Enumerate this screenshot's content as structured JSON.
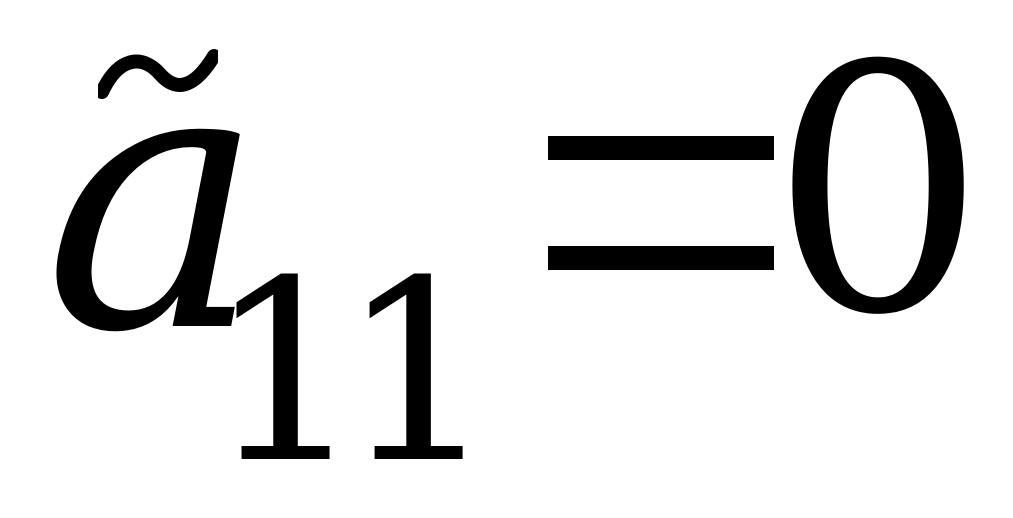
{
  "equation": {
    "variable": "a",
    "subscript": "11",
    "equals_sign": "=",
    "rhs": "0",
    "accent": "tilde",
    "color": "#000000",
    "background": "#ffffff"
  }
}
